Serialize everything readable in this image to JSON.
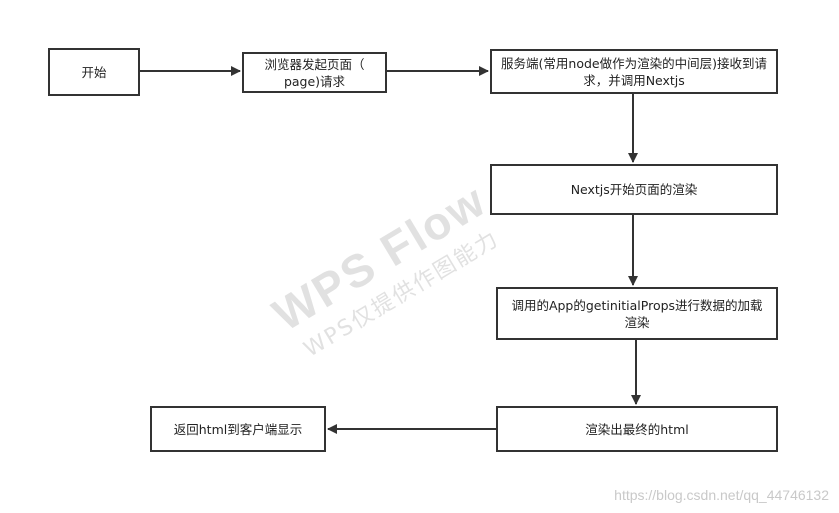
{
  "nodes": {
    "start": "开始",
    "browser_request": "浏览器发起页面（ page)请求",
    "server_receive": "服务端(常用node做作为渲染的中间层)接收到请求，并调用Nextjs",
    "nextjs_render": "Nextjs开始页面的渲染",
    "app_props": "调用的App的getinitialProps进行数据的加载渲染",
    "final_html": "渲染出最终的html",
    "return_client": "返回html到客户端显示"
  },
  "watermark": {
    "main": "WPS Flow",
    "sub": "WPS仅提供作图能力"
  },
  "credit": "https://blog.csdn.net/qq_44746132",
  "colors": {
    "border": "#333333",
    "arrow": "#333333",
    "watermark": "#d8d8d8",
    "credit": "#c9c9c9"
  }
}
